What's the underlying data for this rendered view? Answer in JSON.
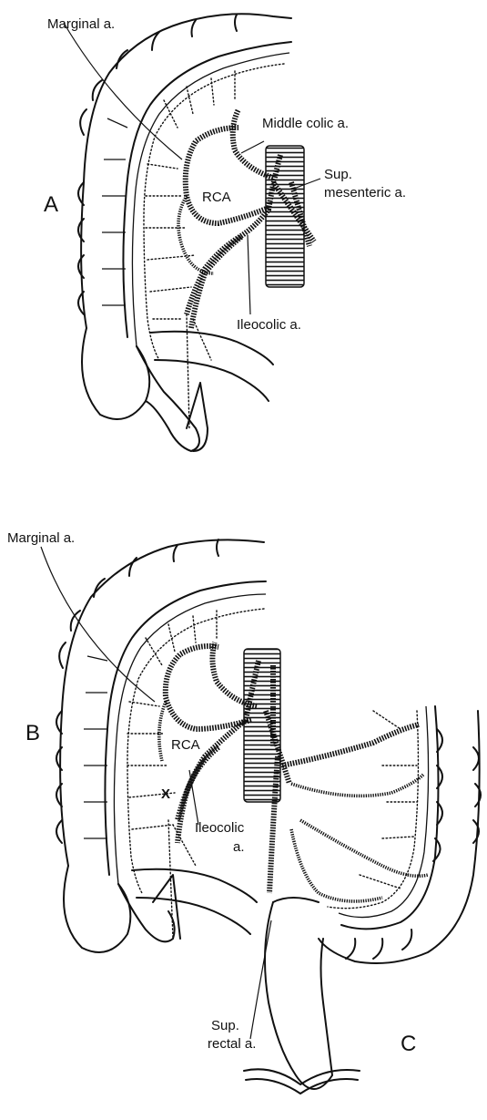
{
  "panels": [
    {
      "id": "A",
      "letter": "A",
      "labels": {
        "marginal": "Marginal a.",
        "middle_colic": "Middle colic a.",
        "sup_mesenteric_line1": "Sup.",
        "sup_mesenteric_line2": "mesenteric a.",
        "rca": "RCA",
        "ileocolic": "Ileocolic a."
      }
    },
    {
      "id": "B",
      "letter": "B",
      "labels": {
        "marginal": "Marginal a.",
        "rca": "RCA",
        "x_mark": "X",
        "ileocolic_line1": "Ileocolic",
        "ileocolic_line2": "a."
      }
    },
    {
      "id": "C",
      "letter": "C",
      "labels": {
        "sup_rectal_line1": "Sup.",
        "sup_rectal_line2": "rectal a."
      }
    }
  ]
}
